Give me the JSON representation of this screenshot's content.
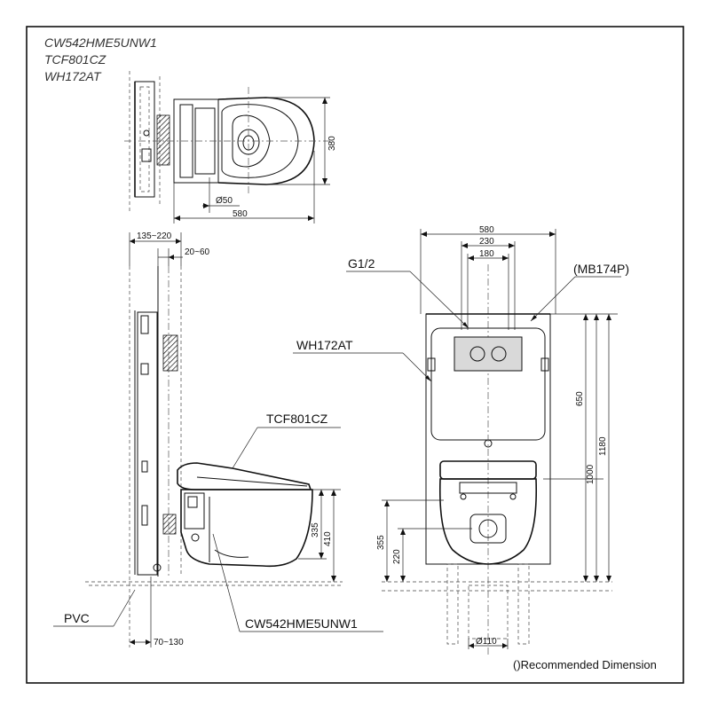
{
  "titles": [
    "CW542HME5UNW1",
    "TCF801CZ",
    "WH172AT"
  ],
  "top_view": {
    "dim_height": "380",
    "dim_drain": "Ø50",
    "dim_width": "580"
  },
  "side_view": {
    "dim_wall": "135~220",
    "dim_offset": "20~60",
    "dim_335": "335",
    "dim_410": "410",
    "dim_floor": "70~130",
    "label_seat": "TCF801CZ",
    "label_pvc": "PVC",
    "label_bowl": "CW542HME5UNW1"
  },
  "front_view": {
    "dim_580": "580",
    "dim_230": "230",
    "dim_180": "180",
    "label_g12": "G1/2",
    "label_mb": "(MB174P)",
    "label_wh": "WH172AT",
    "dim_650": "650",
    "dim_1000": "1000",
    "dim_1180": "1180",
    "dim_355": "355",
    "dim_220": "220",
    "dim_110": "Ø110"
  },
  "note": "()Recommended Dimension"
}
